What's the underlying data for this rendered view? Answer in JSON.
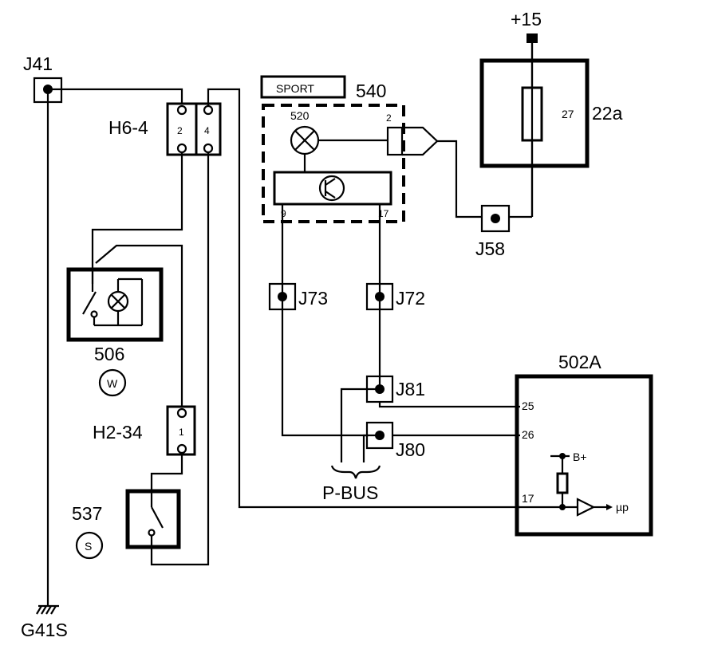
{
  "labels": {
    "j41": "J41",
    "h6_4": "H6-4",
    "h6_pin2": "2",
    "h6_pin4": "4",
    "c506": "506",
    "c506_symbol": "W",
    "h2_34": "H2-34",
    "h2_pin1": "1",
    "c537": "537",
    "c537_symbol": "S",
    "g41s": "G41S",
    "sport": "SPORT",
    "c540": "540",
    "c520": "520",
    "pin2": "2",
    "pin9": "9",
    "pin17_540": "17",
    "j73": "J73",
    "j72": "J72",
    "j81": "J81",
    "j80": "J80",
    "pbus": "P-BUS",
    "plus15": "+15",
    "c22a": "22a",
    "pin27": "27",
    "j58": "J58",
    "c502a": "502A",
    "pin25": "25",
    "pin26": "26",
    "pin17_502": "17",
    "bplus": "B+",
    "mup": "µp"
  }
}
